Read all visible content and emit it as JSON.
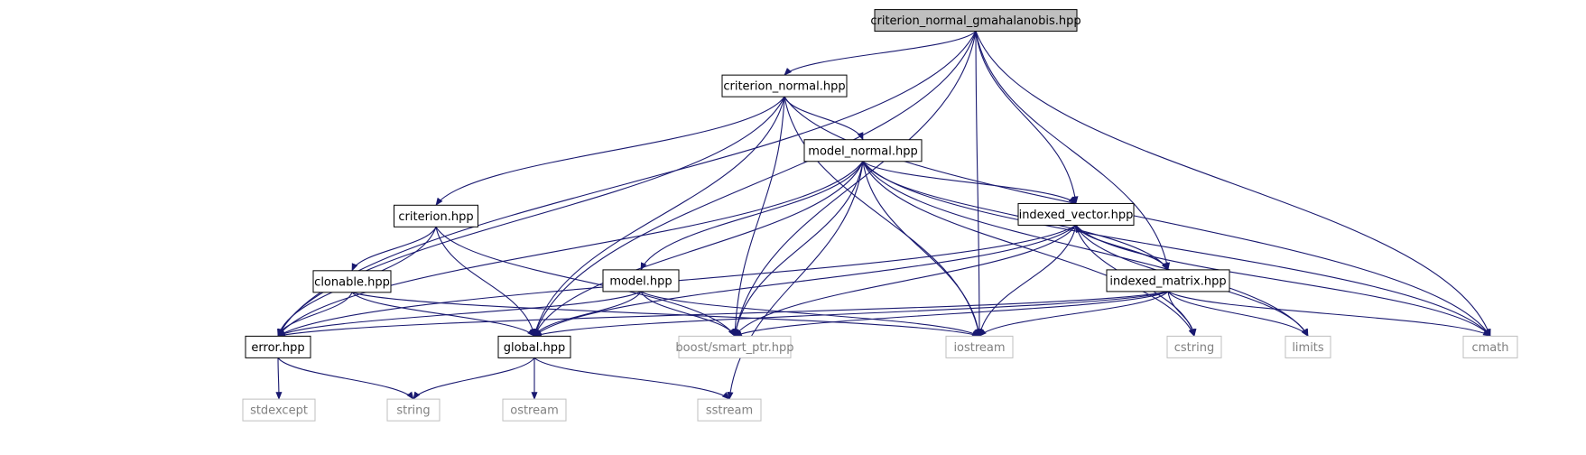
{
  "diagram": {
    "type": "include-dependency-graph",
    "nodes": [
      {
        "id": "root",
        "label": "criterion_normal_gmahalanobis.hpp",
        "kind": "root"
      },
      {
        "id": "criterion_normal",
        "label": "criterion_normal.hpp",
        "kind": "header"
      },
      {
        "id": "model_normal",
        "label": "model_normal.hpp",
        "kind": "header"
      },
      {
        "id": "indexed_vector",
        "label": "indexed_vector.hpp",
        "kind": "header"
      },
      {
        "id": "criterion",
        "label": "criterion.hpp",
        "kind": "header"
      },
      {
        "id": "clonable",
        "label": "clonable.hpp",
        "kind": "header"
      },
      {
        "id": "model",
        "label": "model.hpp",
        "kind": "header"
      },
      {
        "id": "indexed_matrix",
        "label": "indexed_matrix.hpp",
        "kind": "header"
      },
      {
        "id": "error",
        "label": "error.hpp",
        "kind": "header"
      },
      {
        "id": "global",
        "label": "global.hpp",
        "kind": "header"
      },
      {
        "id": "smart_ptr",
        "label": "boost/smart_ptr.hpp",
        "kind": "system"
      },
      {
        "id": "iostream",
        "label": "iostream",
        "kind": "system"
      },
      {
        "id": "cstring",
        "label": "cstring",
        "kind": "system"
      },
      {
        "id": "limits",
        "label": "limits",
        "kind": "system"
      },
      {
        "id": "cmath",
        "label": "cmath",
        "kind": "system"
      },
      {
        "id": "stdexcept",
        "label": "stdexcept",
        "kind": "system"
      },
      {
        "id": "string",
        "label": "string",
        "kind": "system"
      },
      {
        "id": "ostream",
        "label": "ostream",
        "kind": "system"
      },
      {
        "id": "sstream",
        "label": "sstream",
        "kind": "system"
      }
    ],
    "edges": [
      [
        "root",
        "criterion_normal"
      ],
      [
        "root",
        "indexed_vector"
      ],
      [
        "root",
        "indexed_matrix"
      ],
      [
        "root",
        "error"
      ],
      [
        "root",
        "global"
      ],
      [
        "root",
        "smart_ptr"
      ],
      [
        "root",
        "iostream"
      ],
      [
        "root",
        "cmath"
      ],
      [
        "criterion_normal",
        "model_normal"
      ],
      [
        "criterion_normal",
        "criterion"
      ],
      [
        "criterion_normal",
        "error"
      ],
      [
        "criterion_normal",
        "global"
      ],
      [
        "criterion_normal",
        "smart_ptr"
      ],
      [
        "criterion_normal",
        "iostream"
      ],
      [
        "criterion_normal",
        "cmath"
      ],
      [
        "model_normal",
        "indexed_vector"
      ],
      [
        "model_normal",
        "indexed_matrix"
      ],
      [
        "model_normal",
        "model"
      ],
      [
        "model_normal",
        "error"
      ],
      [
        "model_normal",
        "global"
      ],
      [
        "model_normal",
        "smart_ptr"
      ],
      [
        "model_normal",
        "iostream"
      ],
      [
        "model_normal",
        "sstream"
      ],
      [
        "model_normal",
        "cstring"
      ],
      [
        "model_normal",
        "limits"
      ],
      [
        "model_normal",
        "cmath"
      ],
      [
        "indexed_vector",
        "indexed_matrix"
      ],
      [
        "indexed_vector",
        "error"
      ],
      [
        "indexed_vector",
        "global"
      ],
      [
        "indexed_vector",
        "smart_ptr"
      ],
      [
        "indexed_vector",
        "iostream"
      ],
      [
        "indexed_vector",
        "cstring"
      ],
      [
        "indexed_vector",
        "limits"
      ],
      [
        "indexed_vector",
        "cmath"
      ],
      [
        "indexed_matrix",
        "indexed_vector"
      ],
      [
        "indexed_matrix",
        "error"
      ],
      [
        "indexed_matrix",
        "global"
      ],
      [
        "indexed_matrix",
        "smart_ptr"
      ],
      [
        "indexed_matrix",
        "iostream"
      ],
      [
        "indexed_matrix",
        "cstring"
      ],
      [
        "indexed_matrix",
        "limits"
      ],
      [
        "indexed_matrix",
        "cmath"
      ],
      [
        "criterion",
        "clonable"
      ],
      [
        "criterion",
        "error"
      ],
      [
        "criterion",
        "global"
      ],
      [
        "criterion",
        "smart_ptr"
      ],
      [
        "clonable",
        "error"
      ],
      [
        "clonable",
        "global"
      ],
      [
        "clonable",
        "iostream"
      ],
      [
        "model",
        "error"
      ],
      [
        "model",
        "global"
      ],
      [
        "model",
        "smart_ptr"
      ],
      [
        "model",
        "iostream"
      ],
      [
        "error",
        "stdexcept"
      ],
      [
        "error",
        "string"
      ],
      [
        "global",
        "string"
      ],
      [
        "global",
        "ostream"
      ],
      [
        "global",
        "sstream"
      ]
    ]
  },
  "colors": {
    "edge": "#191970",
    "root_fill": "#bfbfbf",
    "header_border": "#000000",
    "system_border": "#bfbfbf",
    "system_text": "#808080"
  }
}
